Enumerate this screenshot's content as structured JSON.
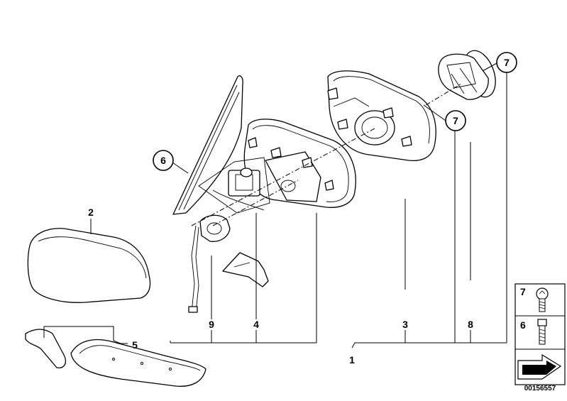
{
  "callouts": {
    "glass_left": "6",
    "cover": "2",
    "trim": "5",
    "harness": "9",
    "bracket": "4",
    "assembly": "1",
    "glass_housing": "3",
    "motor_shaft": "8",
    "motor_upper": "7",
    "motor_lower": "7"
  },
  "legend": {
    "top_label": "7",
    "bottom_label": "6"
  },
  "doc_number": "00156557",
  "icons": [
    "screw-icon",
    "bolt-icon",
    "arrow-symbol-icon"
  ]
}
